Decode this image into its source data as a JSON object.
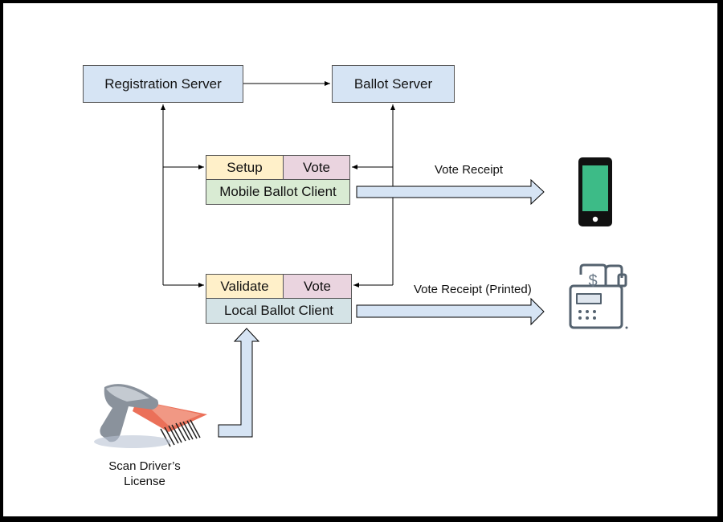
{
  "servers": {
    "registration": "Registration Server",
    "ballot": "Ballot Server"
  },
  "mobile_client": {
    "left_tab": "Setup",
    "right_tab": "Vote",
    "name": "Mobile Ballot Client"
  },
  "local_client": {
    "left_tab": "Validate",
    "right_tab": "Vote",
    "name": "Local Ballot Client"
  },
  "outputs": {
    "mobile_receipt": "Vote Receipt",
    "local_receipt": "Vote Receipt (Printed)"
  },
  "input": {
    "caption_line1": "Scan Driver’s",
    "caption_line2": "License"
  },
  "colors": {
    "server_fill": "#d6e4f4",
    "setup_fill": "#fff0c9",
    "vote_fill": "#ead4df",
    "mobile_client_fill": "#d9ebd3",
    "local_client_fill": "#d4e3e6",
    "phone_screen": "#3dbb87",
    "register_outline": "#54626f"
  },
  "icons": [
    "smartphone-icon",
    "cash-register-icon",
    "barcode-scanner-icon"
  ]
}
